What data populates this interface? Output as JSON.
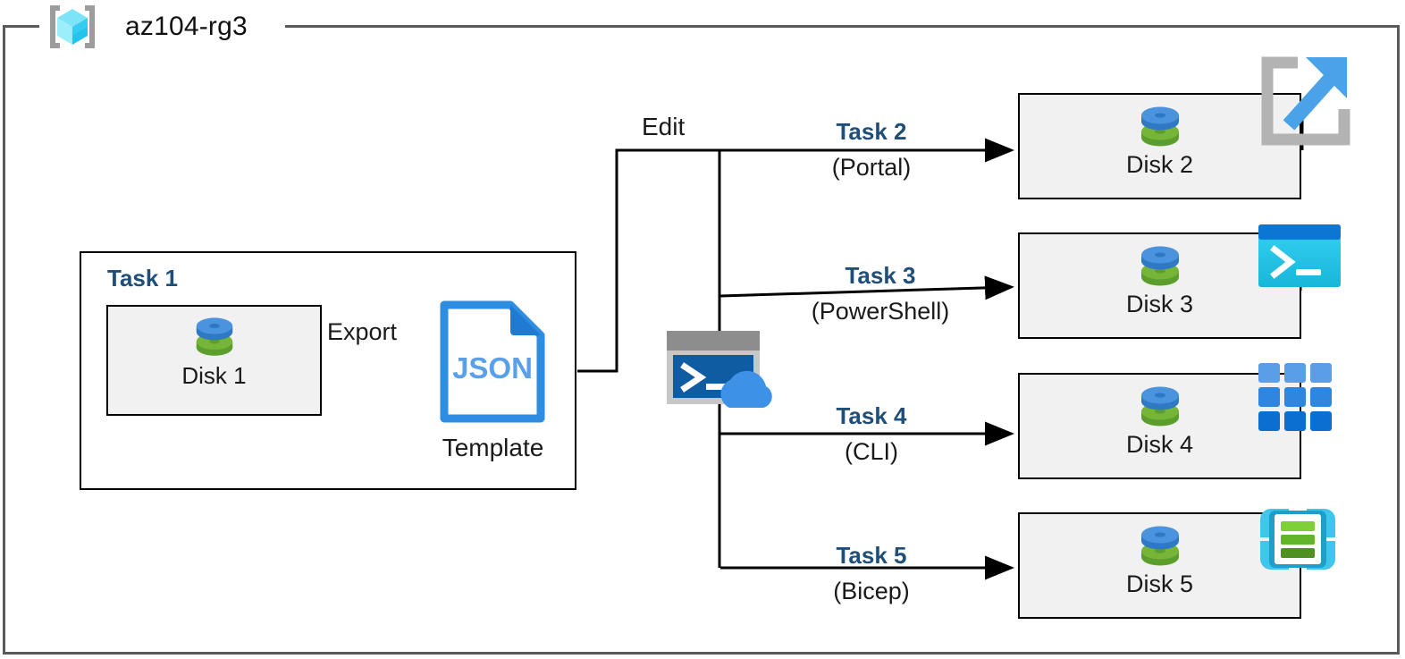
{
  "resource_group": {
    "name": "az104-rg3",
    "icon": "azure-resource-group-icon"
  },
  "task1": {
    "label": "Task 1",
    "disk": {
      "label": "Disk 1",
      "icon": "managed-disk-icon"
    },
    "export_label": "Export",
    "template": {
      "file_type": "JSON",
      "label": "Template",
      "icon": "json-file-icon"
    }
  },
  "edit": {
    "label": "Edit",
    "icon": "cloud-shell-icon"
  },
  "branches": [
    {
      "task": "Task 2",
      "tool": "(Portal)",
      "disk": "Disk 2",
      "disk_icon": "managed-disk-icon",
      "tool_icon": "azure-portal-icon"
    },
    {
      "task": "Task 3",
      "tool": "(PowerShell)",
      "disk": "Disk 3",
      "disk_icon": "managed-disk-icon",
      "tool_icon": "powershell-icon"
    },
    {
      "task": "Task 4",
      "tool": "(CLI)",
      "disk": "Disk 4",
      "disk_icon": "managed-disk-icon",
      "tool_icon": "azure-cli-icon"
    },
    {
      "task": "Task 5",
      "tool": "(Bicep)",
      "disk": "Disk 5",
      "disk_icon": "managed-disk-icon",
      "tool_icon": "bicep-icon"
    }
  ],
  "colors": {
    "task_label": "#1F4E79",
    "frame_border": "#5A5A5A",
    "card_fill": "#F1F1F1",
    "card_border": "#000000",
    "json_blue": "#2E8DE0",
    "disk_blue": "#3F8DDA",
    "disk_green": "#6CAE32",
    "cube_cyan": "#32C8F0",
    "powershell_cyan": "#2FD0F0",
    "bicep_cyan": "#32BFE4",
    "bicep_green": "#6CBE33"
  }
}
